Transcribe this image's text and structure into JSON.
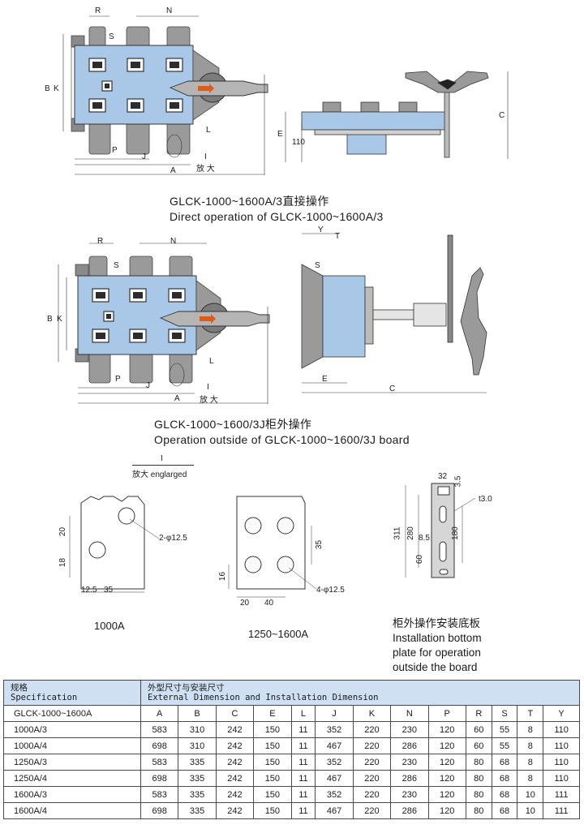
{
  "diagram1": {
    "caption_cn": "GLCK-1000~1600A/3直接操作",
    "caption_en": "Direct operation of GLCK-1000~1600A/3",
    "dims": {
      "R": "R",
      "N": "N",
      "S": "S",
      "B": "B",
      "K": "K",
      "P": "P",
      "J": "J",
      "A": "A",
      "L": "L",
      "I": "I",
      "zoom": "放 大",
      "E": "E",
      "h110": "110",
      "C": "C"
    }
  },
  "diagram2": {
    "caption_cn": "GLCK-1000~1600/3J柜外操作",
    "caption_en": "Operation outside of GLCK-1000~1600/3J board",
    "dims": {
      "R": "R",
      "N": "N",
      "S": "S",
      "B": "B",
      "K": "K",
      "P": "P",
      "J": "J",
      "A": "A",
      "L": "L",
      "I": "I",
      "zoom": "放 大",
      "Y": "Y",
      "T": "T",
      "S2": "S",
      "E": "E",
      "C": "C"
    }
  },
  "enlarged": {
    "label_i": "I",
    "label": "放大 englarged",
    "d1000": {
      "title": "1000A",
      "v20": "20",
      "v18": "18",
      "v12_5": "12.5",
      "v35": "35",
      "hole": "2-φ12.5"
    },
    "d1250": {
      "title": "1250~1600A",
      "v35": "35",
      "v16": "16",
      "v20": "20",
      "v40": "40",
      "hole": "4-φ12.5"
    },
    "plate": {
      "v32": "32",
      "v3_5": "3.5",
      "t": "t3.0",
      "v311": "311",
      "v280": "280",
      "v180": "180",
      "v8_5": "8.5",
      "v60": "60",
      "title_cn": "柜外操作安装底板",
      "title_en1": "Installation bottom",
      "title_en2": "plate for operation",
      "title_en3": "outside the board"
    }
  },
  "table": {
    "spec_cn": "规格",
    "spec_en": "Specification",
    "dim_cn": "外型尺寸与安装尺寸",
    "dim_en": "External Dimension and Installation Dimension",
    "model": "GLCK-1000~1600A",
    "columns": [
      "A",
      "B",
      "C",
      "E",
      "L",
      "J",
      "K",
      "N",
      "P",
      "R",
      "S",
      "T",
      "Y"
    ],
    "rows": [
      {
        "name": "1000A/3",
        "values": [
          "583",
          "310",
          "242",
          "150",
          "11",
          "352",
          "220",
          "230",
          "120",
          "60",
          "55",
          "8",
          "110"
        ]
      },
      {
        "name": "1000A/4",
        "values": [
          "698",
          "310",
          "242",
          "150",
          "11",
          "467",
          "220",
          "286",
          "120",
          "60",
          "55",
          "8",
          "110"
        ]
      },
      {
        "name": "1250A/3",
        "values": [
          "583",
          "335",
          "242",
          "150",
          "11",
          "352",
          "220",
          "230",
          "120",
          "80",
          "68",
          "8",
          "110"
        ]
      },
      {
        "name": "1250A/4",
        "values": [
          "698",
          "335",
          "242",
          "150",
          "11",
          "467",
          "220",
          "286",
          "120",
          "80",
          "68",
          "8",
          "110"
        ]
      },
      {
        "name": "1600A/3",
        "values": [
          "583",
          "335",
          "242",
          "150",
          "11",
          "352",
          "220",
          "230",
          "120",
          "80",
          "68",
          "10",
          "111"
        ]
      },
      {
        "name": "1600A/4",
        "values": [
          "698",
          "335",
          "242",
          "150",
          "11",
          "467",
          "220",
          "286",
          "120",
          "80",
          "68",
          "10",
          "111"
        ]
      }
    ]
  },
  "colors": {
    "switch_blue": "#a9c8e8",
    "grey": "#9a9a9a",
    "dark": "#555555",
    "header_blue": "#cfe0f3",
    "arrow": "#e05a1a"
  }
}
